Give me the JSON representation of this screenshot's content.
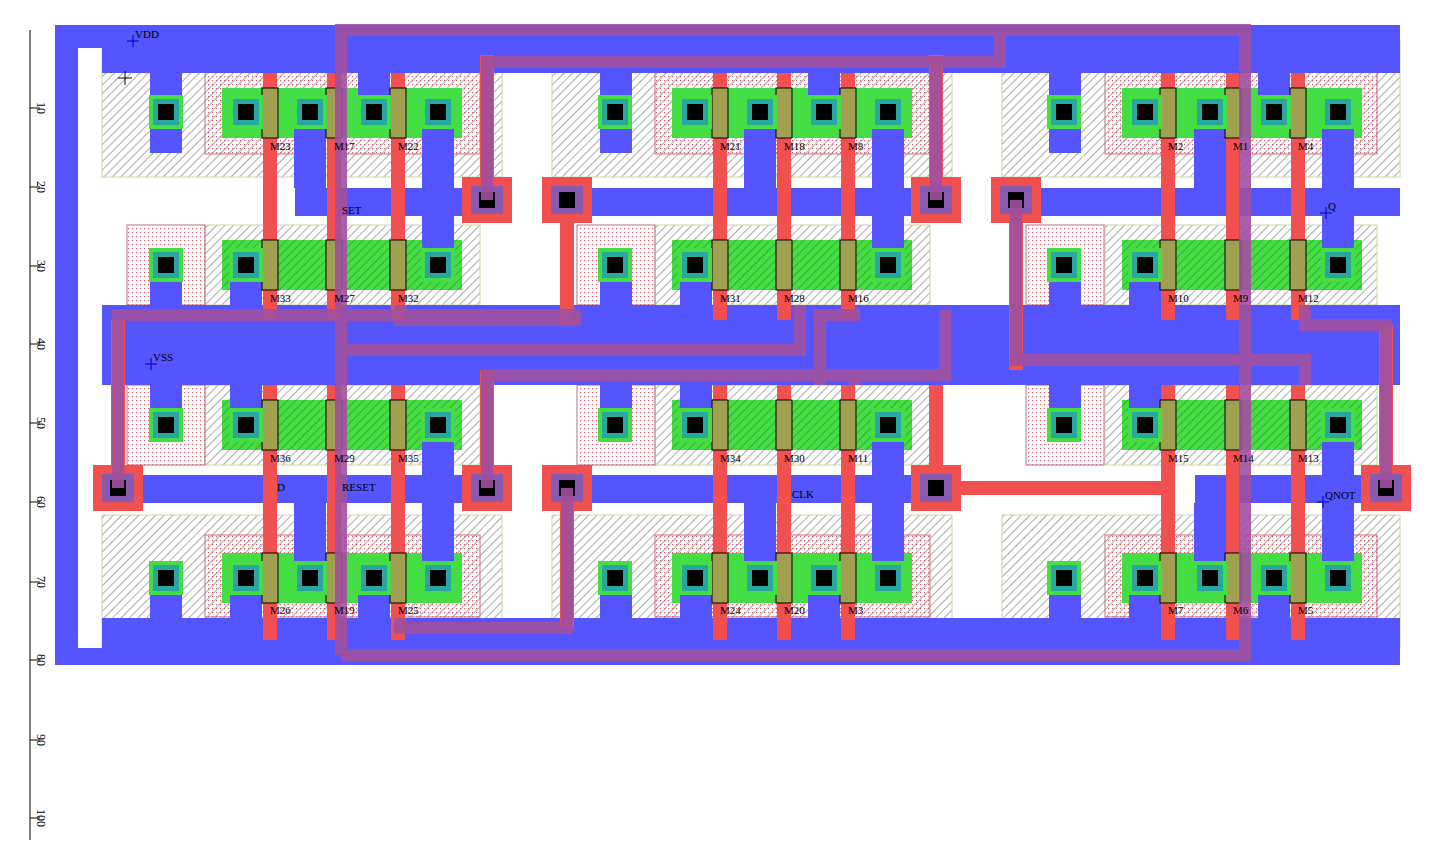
{
  "diagram": {
    "labels": [
      "VDD",
      "SET",
      "Q",
      "VSS",
      "D",
      "RESET",
      "CLK",
      "QNOT",
      "M23",
      "M17",
      "M22",
      "M21",
      "M18",
      "M8",
      "M2",
      "M1",
      "M4",
      "M33",
      "M27",
      "M32",
      "M31",
      "M28",
      "M16",
      "M10",
      "M9",
      "M12",
      "M36",
      "M29",
      "M35",
      "M34",
      "M30",
      "M11",
      "M15",
      "M14",
      "M13",
      "M26",
      "M19",
      "M25",
      "M24",
      "M20",
      "M3",
      "M7",
      "M6",
      "M5",
      "10",
      "20",
      "30",
      "40",
      "50",
      "60",
      "70",
      "80",
      "90",
      "100"
    ]
  }
}
